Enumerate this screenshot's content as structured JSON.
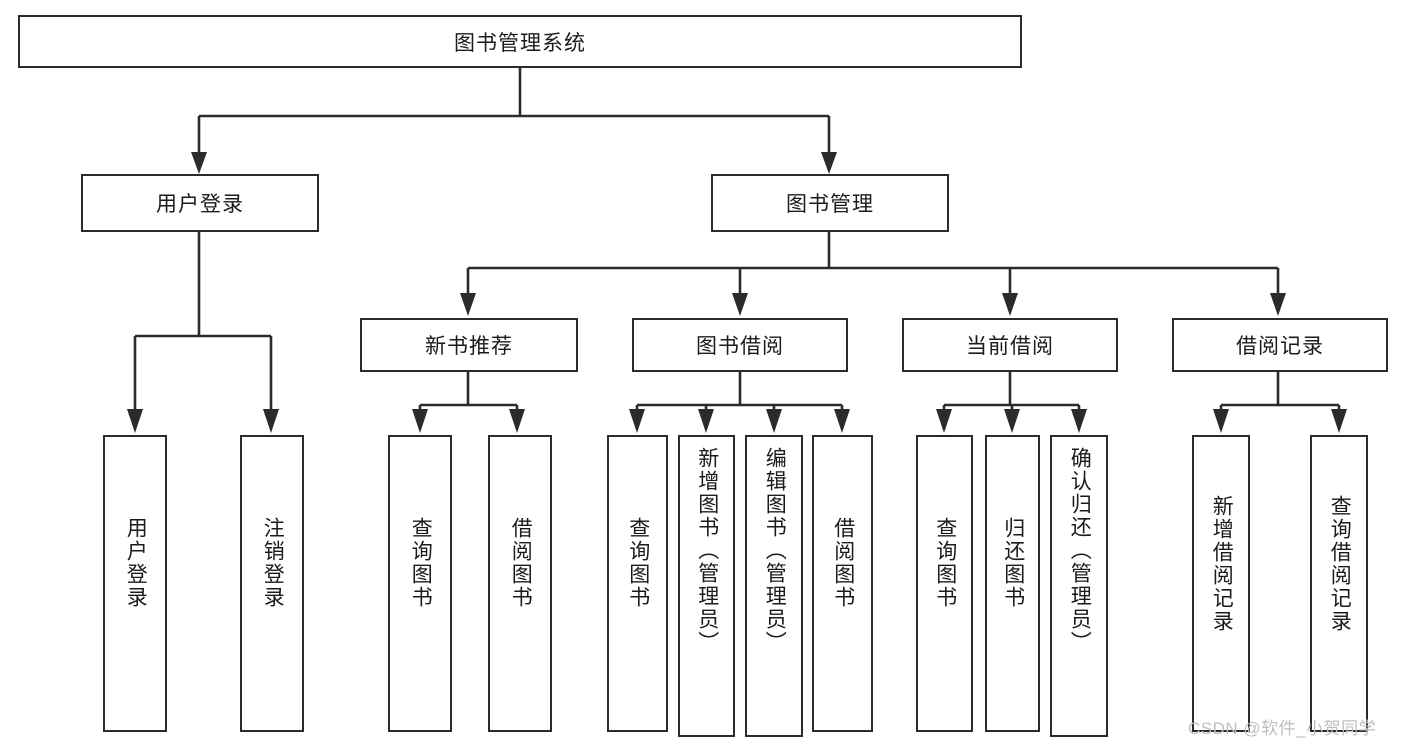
{
  "diagram": {
    "title": "图书管理系统",
    "type": "hierarchy-tree",
    "watermark": "CSDN @软件_小贺同学",
    "colors": {
      "stroke": "#2b2b2b",
      "fill": "#ffffff",
      "text": "#1b1b1b",
      "watermark": "#bfbfbf"
    },
    "nodes": {
      "root": "图书管理系统",
      "level2": {
        "user_login": "用户登录",
        "book_manage": "图书管理"
      },
      "level3": {
        "new_book_recommend": "新书推荐",
        "book_borrow": "图书借阅",
        "current_borrow": "当前借阅",
        "borrow_record": "借阅记录"
      },
      "leaves": {
        "user_login_1": "用户登录",
        "user_login_2": "注销登录",
        "new_book_1": "查询图书",
        "new_book_2": "借阅图书",
        "book_borrow_1": "查询图书",
        "book_borrow_2": "新增图书（管理员）",
        "book_borrow_3": "编辑图书（管理员）",
        "book_borrow_4": "借阅图书",
        "current_borrow_1": "查询图书",
        "current_borrow_2": "归还图书",
        "current_borrow_3": "确认归还（管理员）",
        "borrow_record_1": "新增借阅记录",
        "borrow_record_2": "查询借阅记录"
      }
    }
  }
}
